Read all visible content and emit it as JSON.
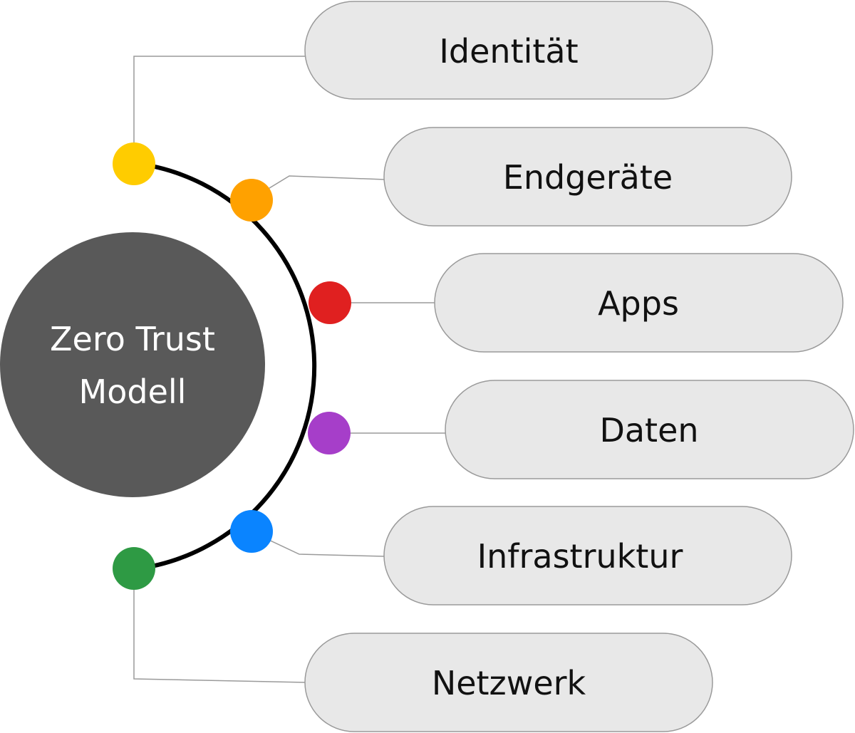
{
  "center": {
    "line1": "Zero Trust",
    "line2": "Modell",
    "color": "#595959"
  },
  "pillar_style": {
    "fill": "#e8e8e8",
    "stroke": "#9a9a9a",
    "connector": "#9a9a9a",
    "arc": "#000000"
  },
  "pillars": [
    {
      "label": "Identität",
      "dot_color": "#ffcc00"
    },
    {
      "label": "Endgeräte",
      "dot_color": "#ffa100"
    },
    {
      "label": "Apps",
      "dot_color": "#e02020"
    },
    {
      "label": "Daten",
      "dot_color": "#a63ec9"
    },
    {
      "label": "Infrastruktur",
      "dot_color": "#0a84ff"
    },
    {
      "label": "Netzwerk",
      "dot_color": "#2e9a44"
    }
  ]
}
